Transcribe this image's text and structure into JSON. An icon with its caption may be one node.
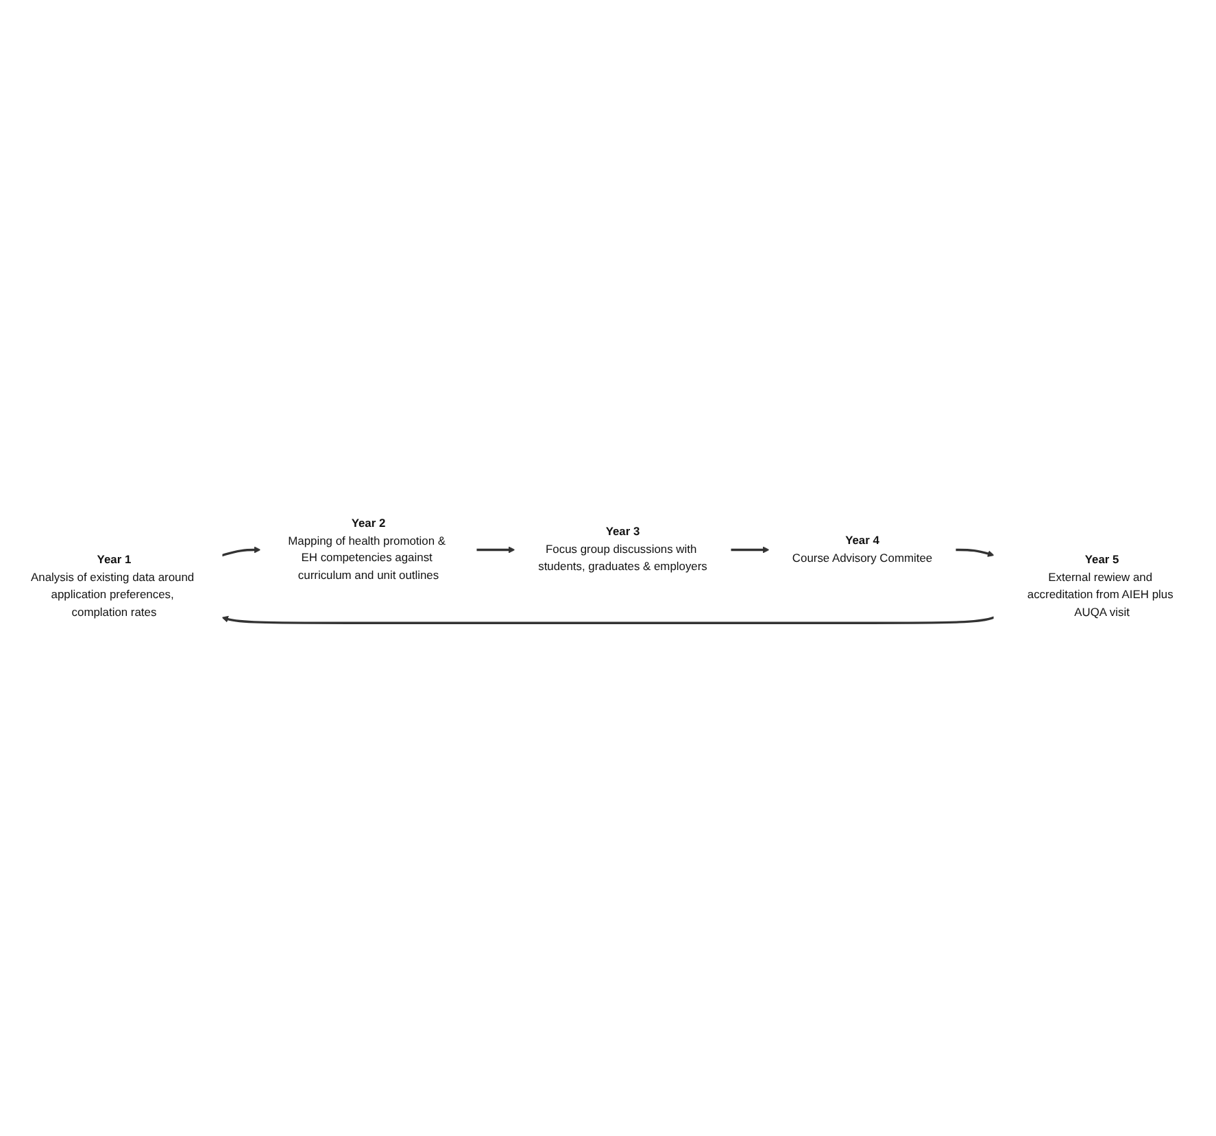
{
  "diagram": {
    "nodes": [
      {
        "text": [
          "Year 1",
          "Analysis of existing data around application preferences, complation rates"
        ]
      },
      {
        "text": [
          "Year 2",
          "Mapping of health promotion & EH competencies against curriculum and unit outlines"
        ]
      },
      {
        "text": [
          "Year 3",
          "Focus group discussions with students, graduates & employers"
        ]
      },
      {
        "text": [
          "Year 4",
          "Course Advisory Commitee"
        ]
      },
      {
        "text": [
          "Year 5",
          "External rewiew and accreditation from AIEH plus AUQA visit"
        ]
      }
    ],
    "edges": [
      {
        "from": 4,
        "to": 0,
        "arrow": "to"
      },
      {
        "from": 0,
        "to": 1,
        "arrow": "to"
      },
      {
        "from": 1,
        "to": 2,
        "arrow": "to"
      },
      {
        "from": 2,
        "to": 3,
        "arrow": "to"
      },
      {
        "from": 3,
        "to": 4,
        "arrow": "to"
      }
    ]
  }
}
